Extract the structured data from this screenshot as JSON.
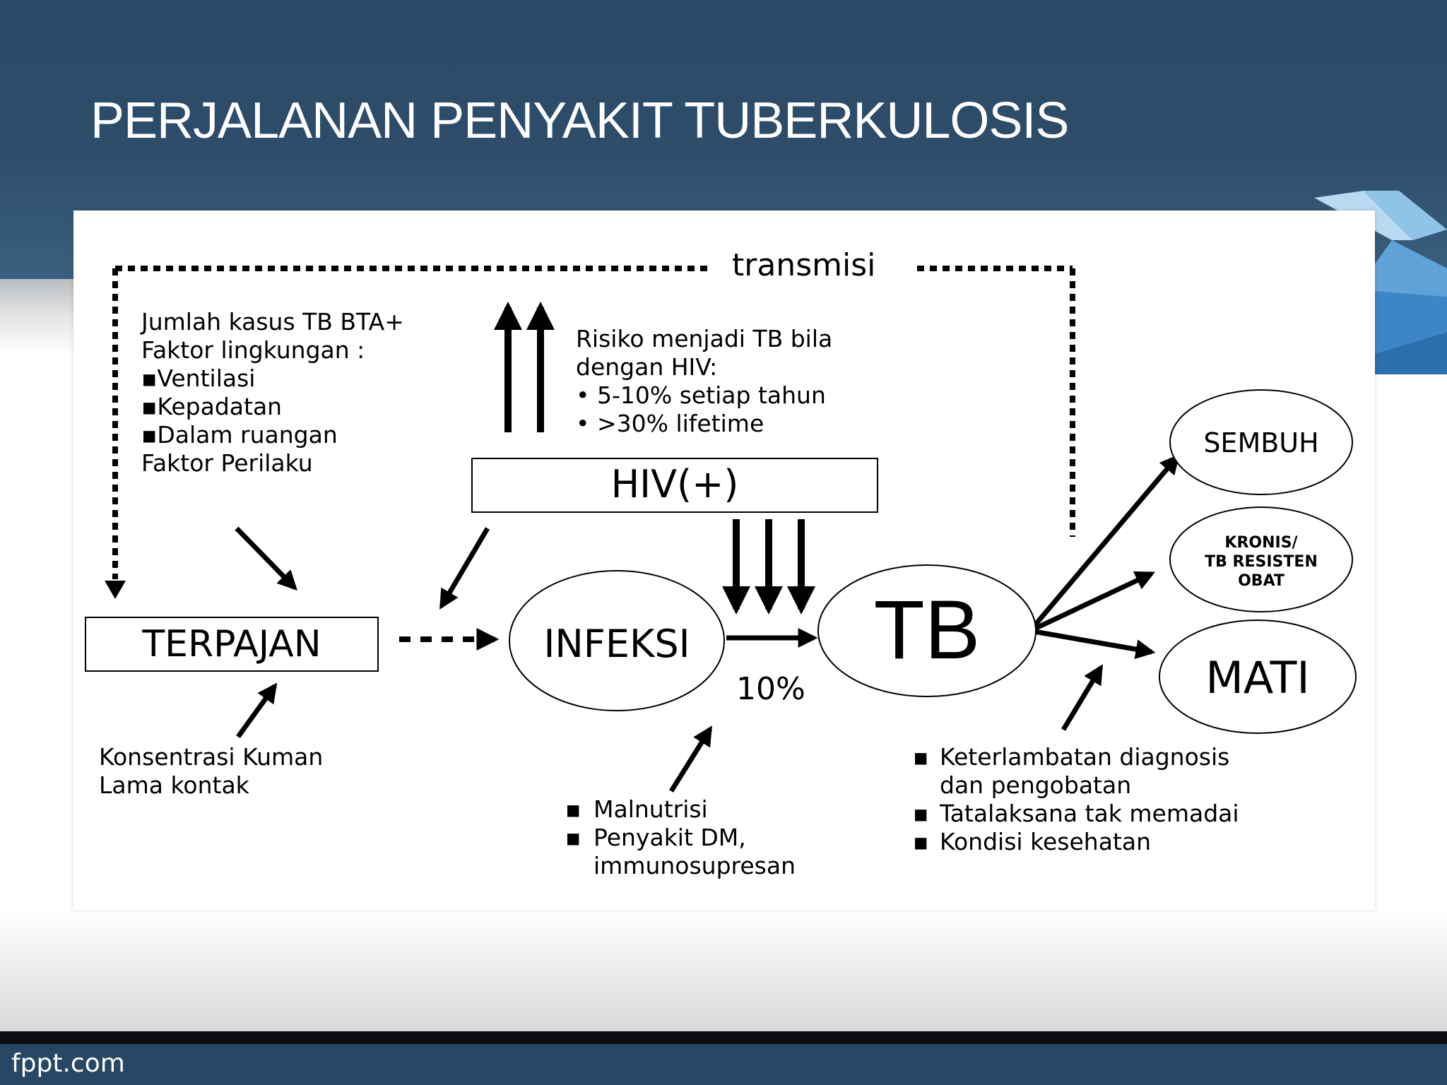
{
  "slide": {
    "title": "PERJALANAN PENYAKIT TUBERKULOSIS",
    "footer": "fppt.com",
    "colors": {
      "header": "#2d4d6b",
      "footer": "#274764",
      "accent": "#5fa3d8"
    }
  },
  "diagram": {
    "transmisi": "transmisi",
    "nodes": {
      "terpajan": "TERPAJAN",
      "infeksi": "INFEKSI",
      "tb": "TB",
      "hiv": "HIV(+)",
      "sembuh": "SEMBUH",
      "kronis": [
        "KRONIS/",
        "TB RESISTEN",
        "OBAT"
      ],
      "mati": "MATI"
    },
    "percent": "10%",
    "factors_exposure": [
      "Jumlah kasus TB BTA+",
      "Faktor lingkungan :",
      "▪Ventilasi",
      "▪Kepadatan",
      "▪Dalam ruangan",
      "Faktor Perilaku"
    ],
    "hiv_risk": [
      "Risiko menjadi TB bila",
      "dengan HIV:",
      "• 5-10% setiap tahun",
      "• >30% lifetime"
    ],
    "exposure_conditions": [
      "Konsentrasi Kuman",
      "Lama kontak"
    ],
    "host_factors": [
      "Malnutrisi",
      "Penyakit DM,",
      "immunosupresan"
    ],
    "outcome_factors": [
      "Keterlambatan diagnosis",
      "dan pengobatan",
      "Tatalaksana tak memadai",
      "Kondisi kesehatan"
    ]
  }
}
